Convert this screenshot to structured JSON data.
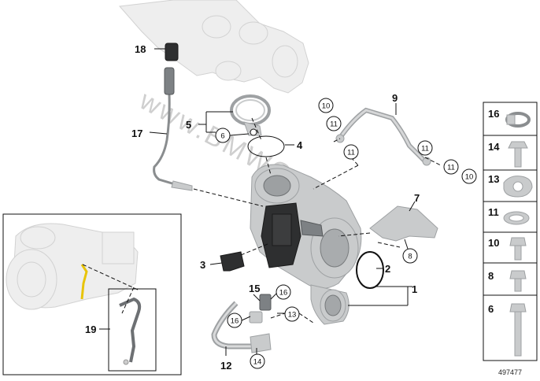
{
  "watermark": "www.BMWGo.eu",
  "diagram_id": "497477",
  "callouts": {
    "c1": "1",
    "c2": "2",
    "c3": "3",
    "c4": "4",
    "c5": "5",
    "c6": "6",
    "c7": "7",
    "c8": "8",
    "c9": "9",
    "c10": "10",
    "c11": "11",
    "c12": "12",
    "c13": "13",
    "c14": "14",
    "c15": "15",
    "c16": "16",
    "c17": "17",
    "c18": "18",
    "c19": "19"
  },
  "sidebar": {
    "items": [
      "16",
      "14",
      "13",
      "11",
      "10",
      "8",
      "6"
    ]
  },
  "colors": {
    "line": "#111111",
    "part_light": "#c9cbcc",
    "part_dark": "#2e2f30",
    "ghost": "#eeeeee",
    "highlight": "#e8c40a"
  }
}
